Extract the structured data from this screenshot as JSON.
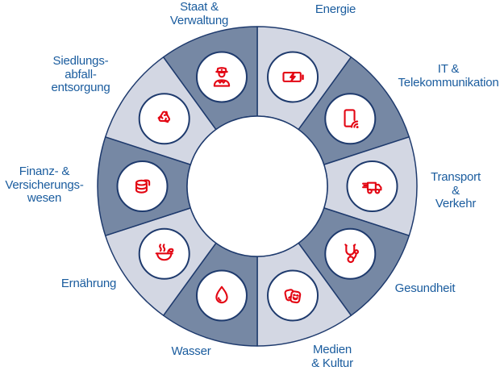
{
  "diagram": {
    "colors": {
      "segment_light": "#d3d7e3",
      "segment_dark": "#7688a4",
      "outline_navy": "#1e3a6d",
      "icon_red": "#e30613",
      "label_blue": "#1a5c9e",
      "center_white": "#ffffff"
    },
    "sectors": [
      {
        "id": "energie",
        "label": "Energie",
        "shade": "light",
        "icon": "battery-charging-icon"
      },
      {
        "id": "it-telekommunikation",
        "label": "IT &\nTelekommunikation",
        "shade": "dark",
        "icon": "smartphone-signal-icon"
      },
      {
        "id": "transport-verkehr",
        "label": "Transport\n& Verkehr",
        "shade": "light",
        "icon": "truck-icon"
      },
      {
        "id": "gesundheit",
        "label": "Gesundheit",
        "shade": "dark",
        "icon": "stethoscope-icon"
      },
      {
        "id": "medien-kultur",
        "label": "Medien\n& Kultur",
        "shade": "light",
        "icon": "theater-masks-icon"
      },
      {
        "id": "wasser",
        "label": "Wasser",
        "shade": "dark",
        "icon": "water-drop-icon"
      },
      {
        "id": "ernaehrung",
        "label": "Ernährung",
        "shade": "light",
        "icon": "food-bowl-icon"
      },
      {
        "id": "finanz-versicherungswesen",
        "label": "Finanz- &\nVersicherungs-\nwesen",
        "shade": "dark",
        "icon": "coins-stack-icon"
      },
      {
        "id": "siedlungsabfallentsorgung",
        "label": "Siedlungs-\nabfall-\nentsorgung",
        "shade": "light",
        "icon": "recycling-icon"
      },
      {
        "id": "staat-verwaltung",
        "label": "Staat &\nVerwaltung",
        "shade": "dark",
        "icon": "police-officer-icon"
      }
    ]
  }
}
